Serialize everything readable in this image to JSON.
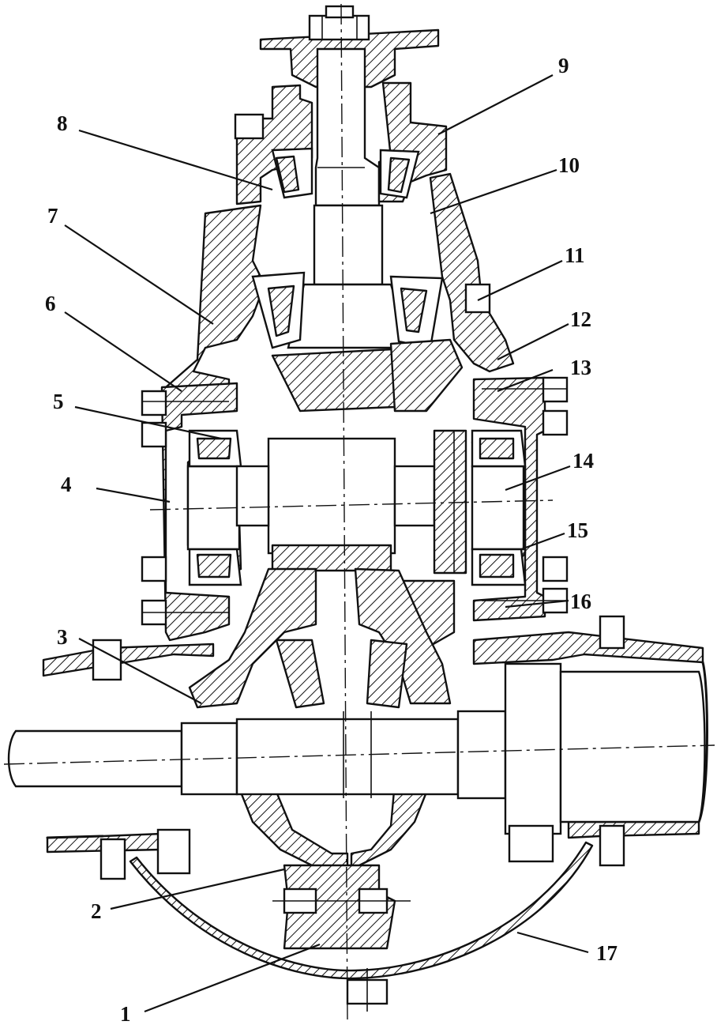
{
  "callouts": [
    {
      "id": "1",
      "text": "1"
    },
    {
      "id": "2",
      "text": "2"
    },
    {
      "id": "3",
      "text": "3"
    },
    {
      "id": "4",
      "text": "4"
    },
    {
      "id": "5",
      "text": "5"
    },
    {
      "id": "6",
      "text": "6"
    },
    {
      "id": "7",
      "text": "7"
    },
    {
      "id": "8",
      "text": "8"
    },
    {
      "id": "9",
      "text": "9"
    },
    {
      "id": "10",
      "text": "10"
    },
    {
      "id": "11",
      "text": "11"
    },
    {
      "id": "12",
      "text": "12"
    },
    {
      "id": "13",
      "text": "13"
    },
    {
      "id": "14",
      "text": "14"
    },
    {
      "id": "15",
      "text": "15"
    },
    {
      "id": "16",
      "text": "16"
    },
    {
      "id": "17",
      "text": "17"
    }
  ],
  "colors": {
    "ink": "#111111",
    "paper": "#ffffff"
  }
}
